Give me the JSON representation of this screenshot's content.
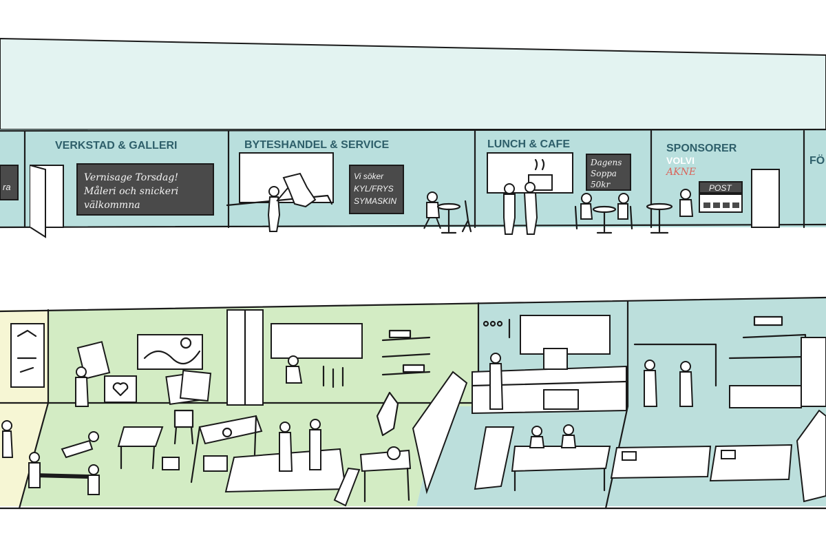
{
  "colors": {
    "sky": "#e3f3f1",
    "facade": "#b9dfdd",
    "board": "#4a4a4a",
    "green_zone": "#d3ecc4",
    "teal_zone": "#bcdfdc",
    "yellow_zone": "#f6f6d4",
    "sign_text": "#2e5f6a",
    "akne_red": "#d9645a"
  },
  "facade": {
    "sign_verkstad": "VERKSTAD & GALLERI",
    "sign_byteshandel": "BYTESHANDEL & SERVICE",
    "sign_lunch": "LUNCH & CAFE",
    "sign_sponsorer": "SPONSORER",
    "sign_partial": "FÖ",
    "sponsor_volvi": "VOLVI",
    "sponsor_akne": "AKNE",
    "post_label": "POST",
    "partial_board_text": "ra",
    "board_vernisage": {
      "line1": "Vernisage Torsdag!",
      "line2": "Måleri och snickeri",
      "line3": "välkommna"
    },
    "board_wanted": {
      "line1": "Vi söker",
      "line2": "KYL/FRYS",
      "line3": "SYMASKIN"
    },
    "board_soup": {
      "line1": "Dagens",
      "line2": "Soppa",
      "line3": "50kr"
    }
  }
}
